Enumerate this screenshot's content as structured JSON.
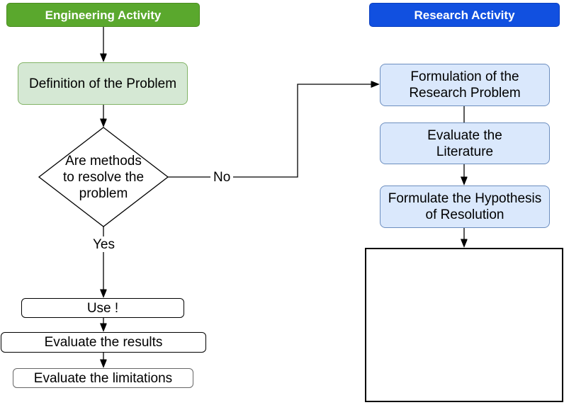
{
  "headers": {
    "engineering": "Engineering Activity",
    "research": "Research Activity"
  },
  "nodes": {
    "definition": "Definition of the Problem",
    "decision": "Are methods\nto resolve the\nproblem",
    "use": "Use !",
    "evaluate_results": "Evaluate the results",
    "evaluate_limitations": "Evaluate the limitations",
    "formulation": "Formulation of the\nResearch Problem",
    "evaluate_literature": "Evaluate the\nLiterature",
    "formulate_hypothesis": "Formulate the Hypothesis\nof Resolution"
  },
  "edge_labels": {
    "yes": "Yes",
    "no": "No"
  },
  "colors": {
    "engineering_header_fill": "#5aa82d",
    "engineering_header_border": "#4a8c1f",
    "research_header_fill": "#1150e0",
    "research_header_border": "#0b3fbf",
    "header_text": "#ffffff",
    "green_box_fill": "#d5e8d4",
    "green_box_border": "#82b366",
    "blue_box_fill": "#dae8fc",
    "blue_box_border": "#6c8ebf",
    "node_text": "#000000",
    "line": "#000000",
    "page_bg": "#ffffff"
  }
}
